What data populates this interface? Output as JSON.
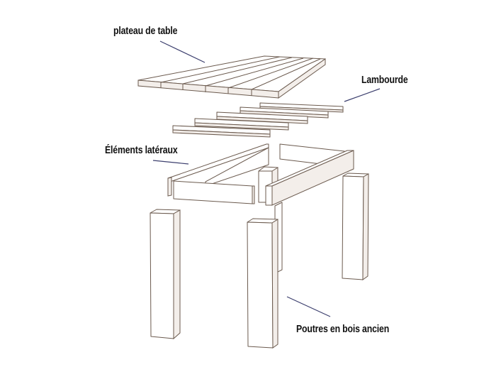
{
  "diagram": {
    "subject": "exploded view of a wooden table",
    "labels": {
      "table_top": "plateau de table",
      "joist": "Lambourde",
      "side_elements": "Éléments latéraux",
      "beams": "Poutres en bois ancien"
    },
    "colors": {
      "background": "#ffffff",
      "outline": "#6b5a4e",
      "leader_line": "#3c3f6e",
      "text": "#111111"
    },
    "parts": {
      "table_top_planks": 6,
      "joists": 5,
      "side_frames": 2,
      "legs": 4
    }
  }
}
